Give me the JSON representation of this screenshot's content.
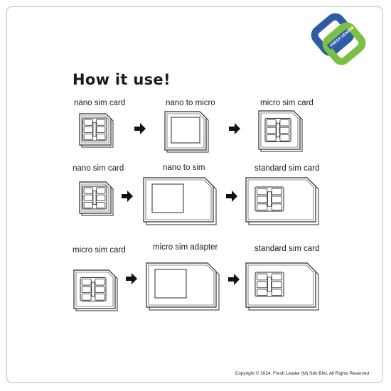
{
  "title": "How it use!",
  "brand": {
    "name": "FRESH LEADER",
    "colors": {
      "blue": "#2f5aa6",
      "green": "#7cc043"
    }
  },
  "rows": [
    {
      "steps": [
        {
          "label": "nano sim card",
          "card": "nano"
        },
        {
          "label": "nano to micro",
          "card": "micro-adapter"
        },
        {
          "label": "micro sim card",
          "card": "micro"
        }
      ]
    },
    {
      "steps": [
        {
          "label": "nano sim card",
          "card": "nano"
        },
        {
          "label": "nano to sim",
          "card": "standard-adapter"
        },
        {
          "label": "standard sim card",
          "card": "standard"
        }
      ]
    },
    {
      "steps": [
        {
          "label": "micro sim card",
          "card": "micro"
        },
        {
          "label": "micro sim adapter",
          "card": "standard-adapter"
        },
        {
          "label": "standard sim card",
          "card": "standard"
        }
      ]
    }
  ],
  "arrow_icon": "right-arrow-icon",
  "copyright": "Copyright © 2024, Fresh Leader (M) Sdn Bhd, All Rights Reserved"
}
